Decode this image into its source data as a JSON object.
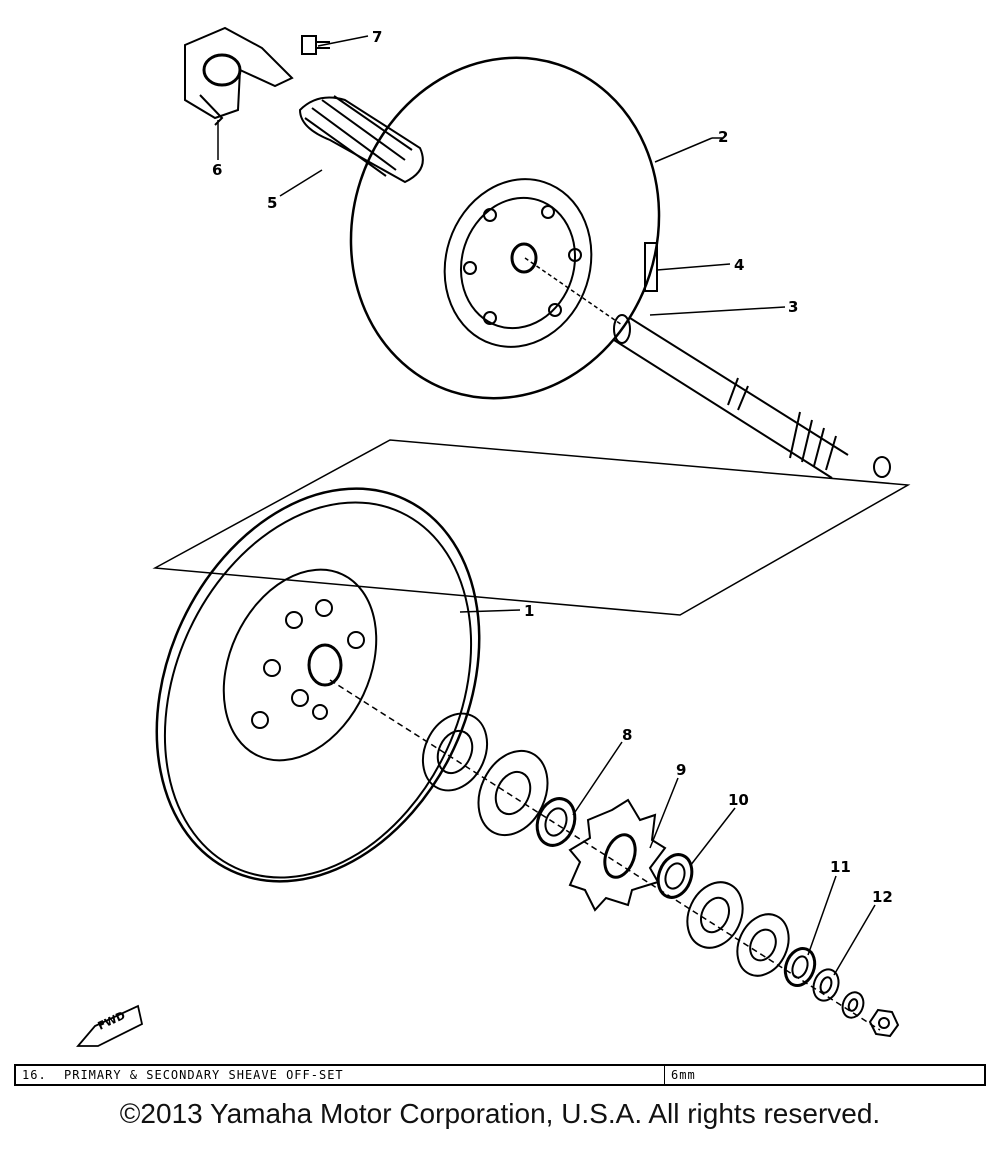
{
  "diagram": {
    "parts": [
      {
        "number": "1"
      },
      {
        "number": "2"
      },
      {
        "number": "3"
      },
      {
        "number": "4"
      },
      {
        "number": "5"
      },
      {
        "number": "6"
      },
      {
        "number": "7"
      },
      {
        "number": "8"
      },
      {
        "number": "9"
      },
      {
        "number": "10"
      },
      {
        "number": "11"
      },
      {
        "number": "12"
      }
    ],
    "fwd_label": "FWD"
  },
  "footer": {
    "section_number": "16.",
    "section_title": "PRIMARY & SECONDARY SHEAVE OFF-SET",
    "size_note": "6mm"
  },
  "copyright": "©2013 Yamaha Motor Corporation, U.S.A. All rights reserved."
}
